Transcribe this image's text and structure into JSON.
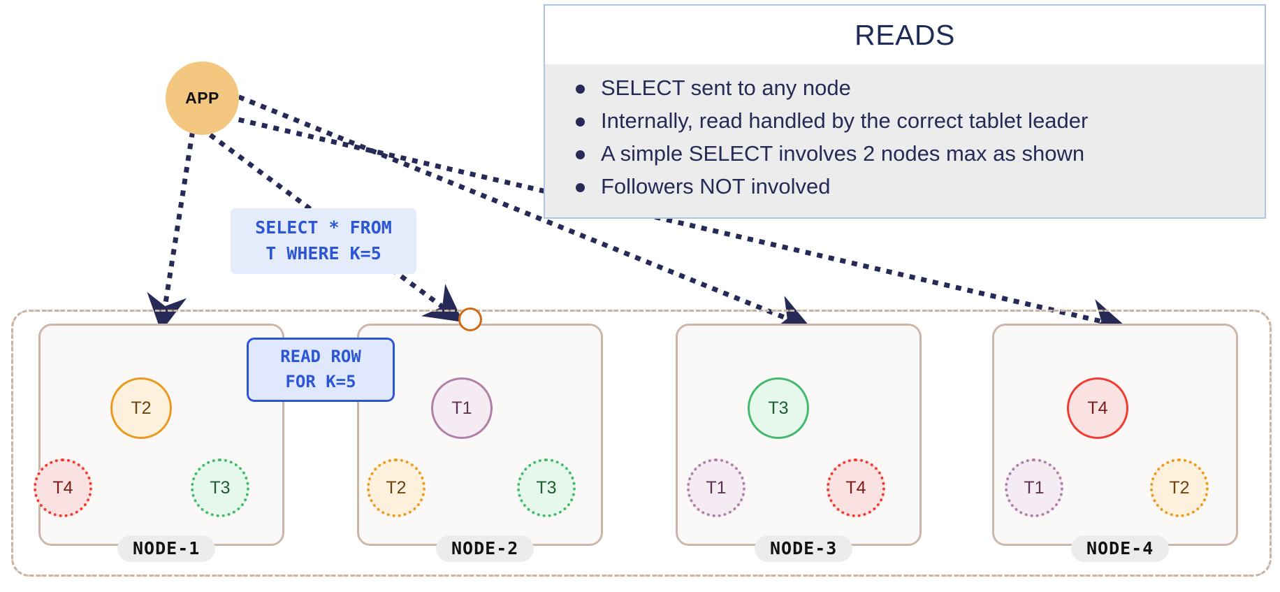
{
  "reads_panel": {
    "title": "READS",
    "bullets": [
      "SELECT sent to any node",
      "Internally, read handled by the correct tablet leader",
      "A simple SELECT involves 2 nodes max as shown",
      "Followers NOT involved"
    ],
    "border_color": "#aec6e2",
    "body_background": "#ececec",
    "title_color": "#1f2b57"
  },
  "app": {
    "label": "APP",
    "color": "#f4c780"
  },
  "callouts": {
    "sql": "SELECT * FROM\nT WHERE K=5",
    "read_row": "READ ROW\nFOR K=5",
    "sql_color": "#2d56d4",
    "read_row_color": "#2d56d4"
  },
  "cluster": {
    "border_color": "#c9b2a0"
  },
  "nodes": [
    {
      "name": "NODE-1",
      "leader": {
        "id": "T2",
        "role": "leader",
        "color": "#eb9a1f"
      },
      "followers": [
        {
          "id": "T4",
          "role": "follower",
          "color": "#ef3b30"
        },
        {
          "id": "T3",
          "role": "follower",
          "color": "#43b96d"
        }
      ]
    },
    {
      "name": "NODE-2",
      "leader": {
        "id": "T1",
        "role": "leader",
        "color": "#b07fa5"
      },
      "followers": [
        {
          "id": "T2",
          "role": "follower",
          "color": "#eb9a1f"
        },
        {
          "id": "T3",
          "role": "follower",
          "color": "#43b96d"
        }
      ]
    },
    {
      "name": "NODE-3",
      "leader": {
        "id": "T3",
        "role": "leader",
        "color": "#43b96d"
      },
      "followers": [
        {
          "id": "T1",
          "role": "follower",
          "color": "#b07fa5"
        },
        {
          "id": "T4",
          "role": "follower",
          "color": "#ef3b30"
        }
      ]
    },
    {
      "name": "NODE-4",
      "leader": {
        "id": "T4",
        "role": "leader",
        "color": "#ef3b30"
      },
      "followers": [
        {
          "id": "T1",
          "role": "follower",
          "color": "#b07fa5"
        },
        {
          "id": "T2",
          "role": "follower",
          "color": "#eb9a1f"
        }
      ]
    }
  ],
  "edges": {
    "request_color": "#262a57",
    "internal_read_color": "#5b8fe0"
  }
}
